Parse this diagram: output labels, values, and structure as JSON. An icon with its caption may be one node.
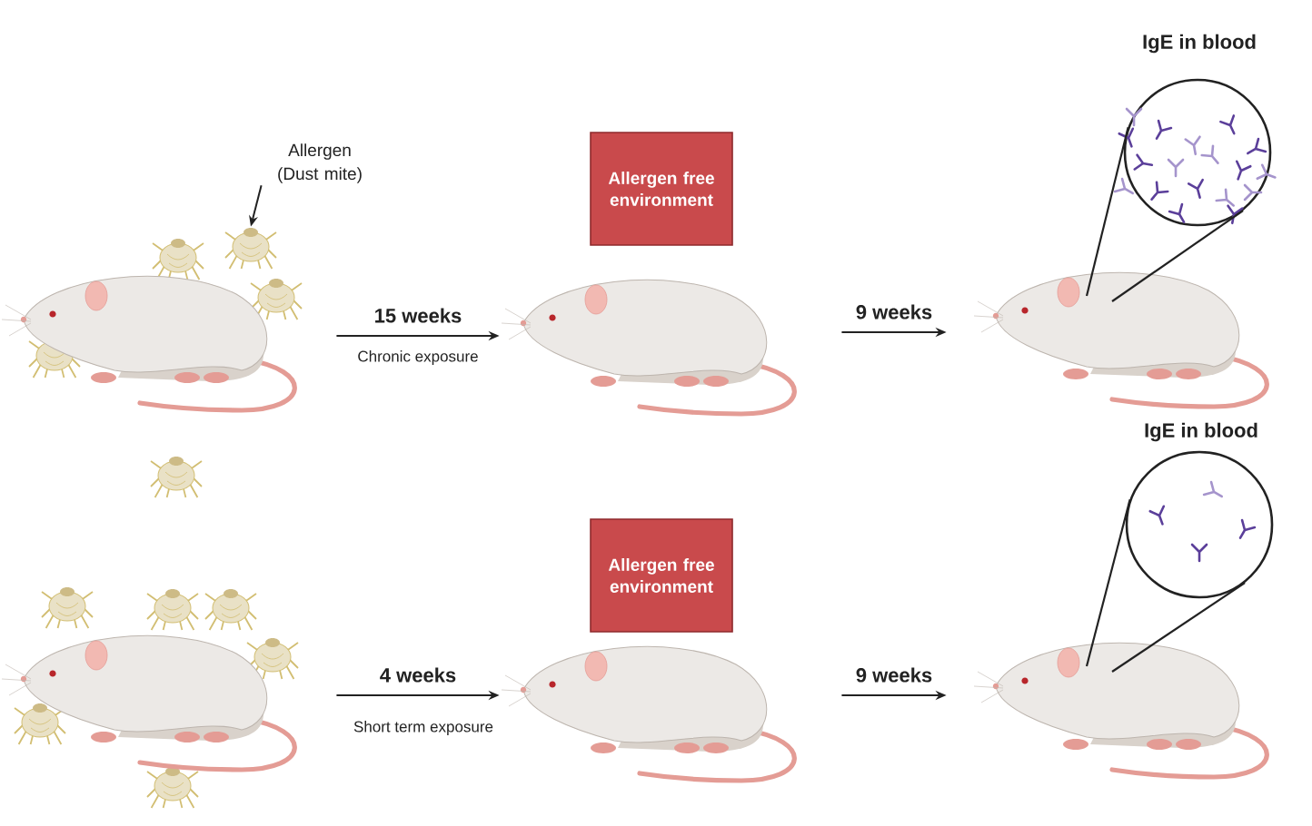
{
  "diagram": {
    "nodes": [
      {
        "text": [],
        "shape": "picture"
      },
      {
        "text": [
          "Allergen free environment"
        ]
      },
      {
        "text": [],
        "shape": "picture"
      },
      {
        "text": [],
        "shape": "picture"
      },
      {
        "text": [
          "IgE in blood"
        ]
      },
      {
        "text": [
          "Allergen (Dust mite)"
        ]
      },
      {
        "text": [],
        "shape": "picture"
      },
      {
        "text": [],
        "shape": "picture"
      },
      {
        "text": [
          "Allergen free environment"
        ]
      },
      {
        "text": [],
        "shape": "picture"
      },
      {
        "text": [],
        "shape": "picture"
      },
      {
        "text": [
          "IgE in blood"
        ]
      }
    ],
    "edges": [
      {
        "from": 0,
        "to": 2,
        "arrow": "to",
        "label": "15 weeks"
      },
      {
        "from": 2,
        "to": 3,
        "arrow": "to",
        "label": "9 weeks"
      },
      {
        "from": 5,
        "to": 6,
        "arrow": "to"
      },
      {
        "from": 4,
        "to": 3,
        "arrow": "none"
      },
      {
        "from": 4,
        "to": 3,
        "arrow": "none"
      },
      {
        "from": 7,
        "to": 9,
        "arrow": "to",
        "label": "4 weeks"
      },
      {
        "from": 9,
        "to": 10,
        "arrow": "to",
        "label": "9 weeks"
      },
      {
        "from": 11,
        "to": 10,
        "arrow": "none"
      },
      {
        "from": 11,
        "to": 10,
        "arrow": "none"
      }
    ],
    "labels": [
      "Chronic exposure",
      "Short term exposure"
    ]
  }
}
